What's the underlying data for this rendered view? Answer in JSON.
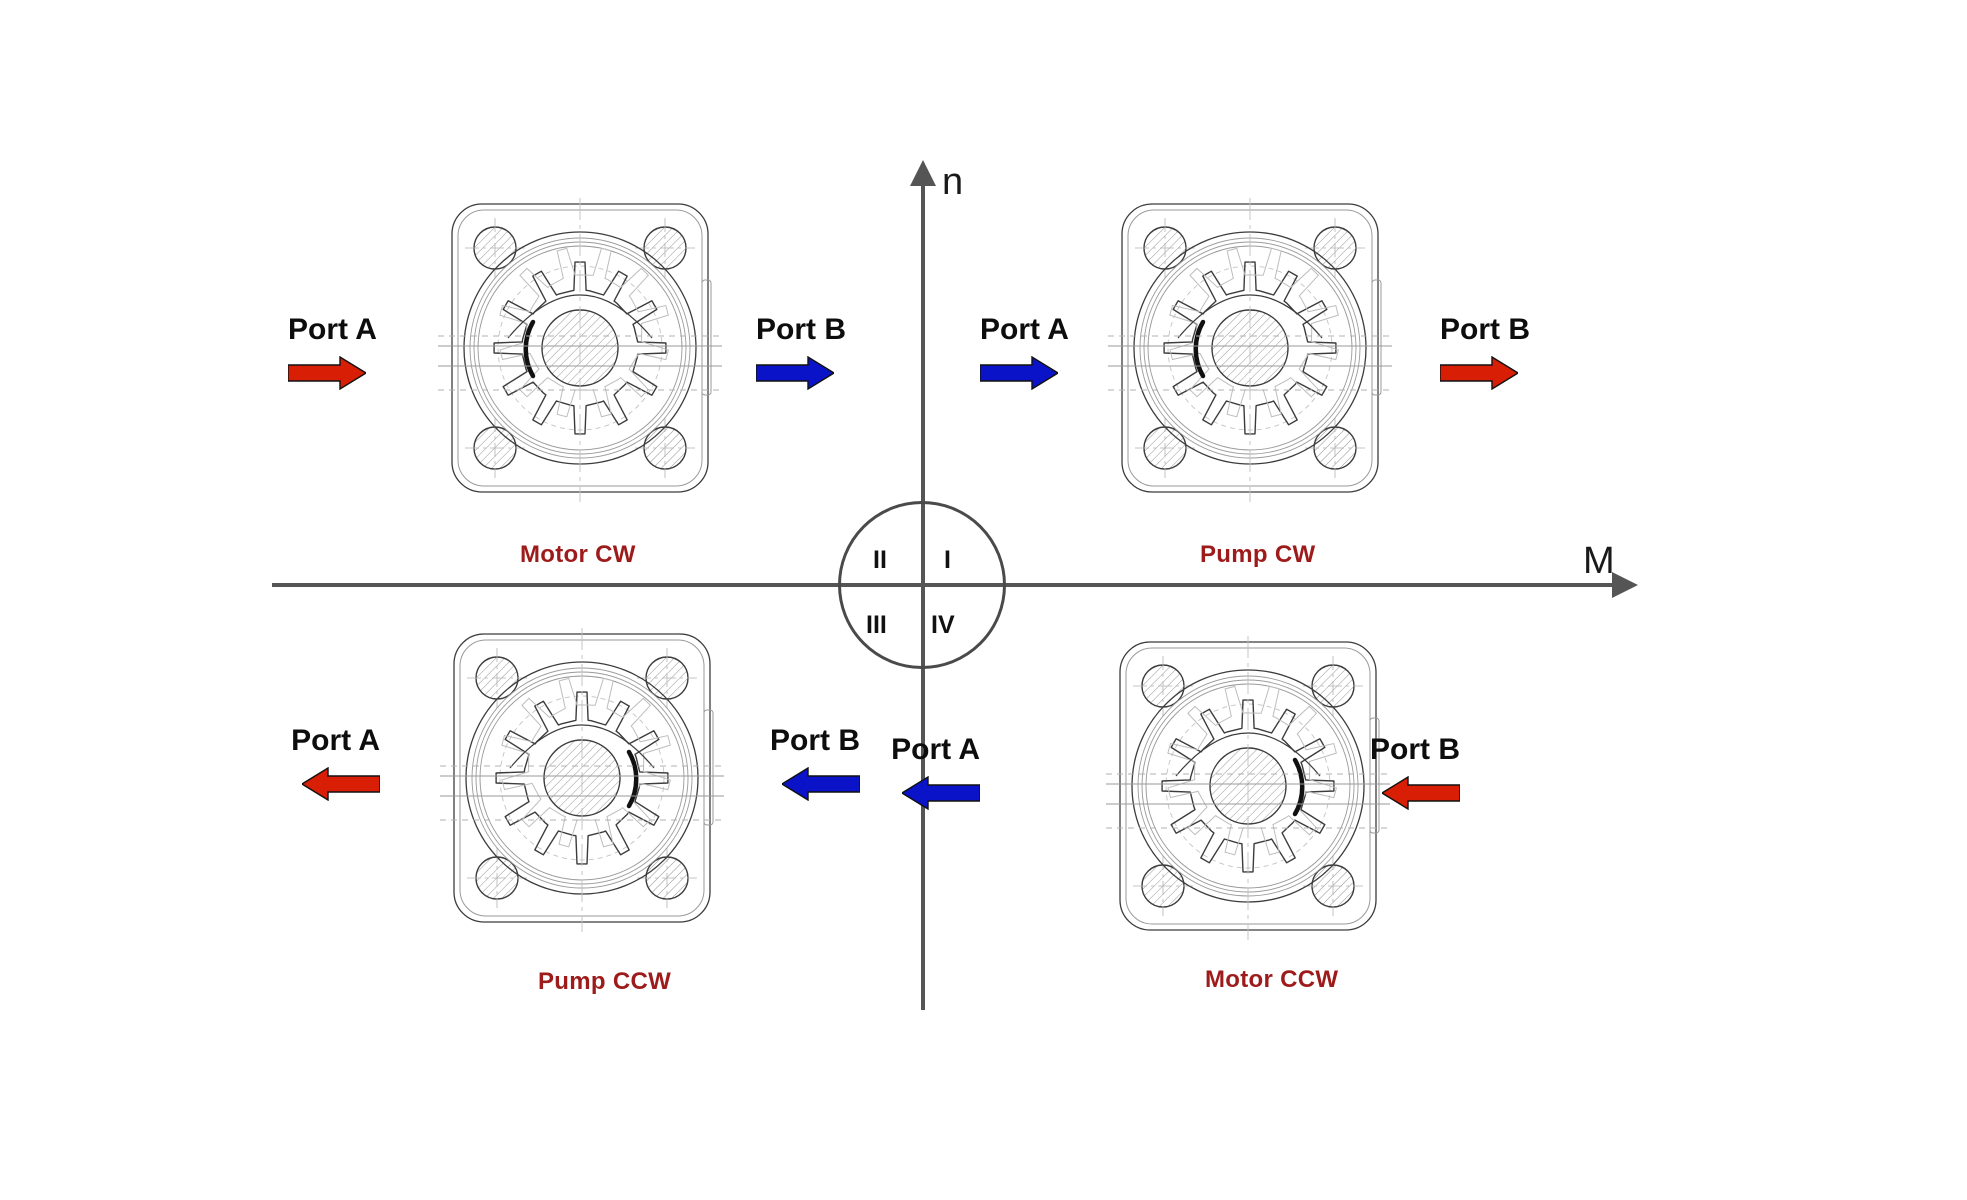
{
  "figure": {
    "background": "#ffffff",
    "axes": {
      "vertical_label": "n",
      "horizontal_label": "M",
      "axis_color": "#555555"
    },
    "quadrant_marker": {
      "q1": "I",
      "q2": "II",
      "q3": "III",
      "q4": "IV"
    },
    "colors": {
      "caption": "#9e1b1b",
      "arrow_red": "#d81e05",
      "arrow_blue": "#0a13c8",
      "label": "#0d0d0d",
      "drawing": "#3c3c3c"
    },
    "quadrants": [
      {
        "id": "quadrant-2",
        "caption": "Motor CW",
        "rotation": "cw",
        "ports": [
          {
            "id": "port-a",
            "label": "Port A",
            "color": "#d81e05",
            "direction": "right"
          },
          {
            "id": "port-b",
            "label": "Port B",
            "color": "#0a13c8",
            "direction": "right"
          }
        ]
      },
      {
        "id": "quadrant-1",
        "caption": "Pump CW",
        "rotation": "cw",
        "ports": [
          {
            "id": "port-a",
            "label": "Port A",
            "color": "#0a13c8",
            "direction": "right"
          },
          {
            "id": "port-b",
            "label": "Port B",
            "color": "#d81e05",
            "direction": "right"
          }
        ]
      },
      {
        "id": "quadrant-3",
        "caption": "Pump CCW",
        "rotation": "ccw",
        "ports": [
          {
            "id": "port-a",
            "label": "Port A",
            "color": "#d81e05",
            "direction": "left"
          },
          {
            "id": "port-b",
            "label": "Port B",
            "color": "#0a13c8",
            "direction": "left"
          }
        ]
      },
      {
        "id": "quadrant-4",
        "caption": "Motor CCW",
        "rotation": "ccw",
        "ports": [
          {
            "id": "port-a",
            "label": "Port A",
            "color": "#0a13c8",
            "direction": "left"
          },
          {
            "id": "port-b",
            "label": "Port B",
            "color": "#d81e05",
            "direction": "left"
          }
        ]
      }
    ]
  }
}
